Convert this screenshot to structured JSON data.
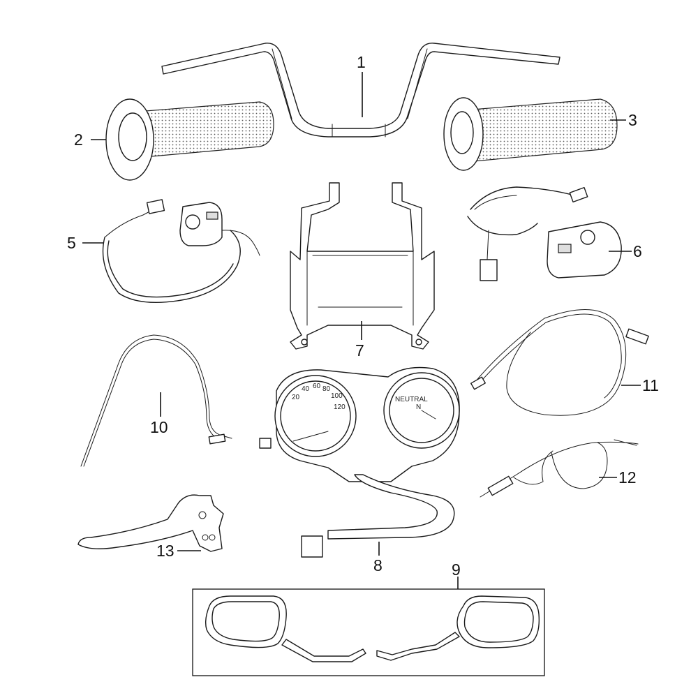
{
  "callouts": {
    "c1": "1",
    "c2": "2",
    "c3": "3",
    "c5": "5",
    "c6": "6",
    "c7": "7",
    "c8": "8",
    "c9": "9",
    "c10": "10",
    "c11": "11",
    "c12": "12",
    "c13": "13"
  },
  "instrument_cluster": {
    "speed_ticks": [
      "20",
      "40",
      "60",
      "80",
      "100",
      "120"
    ],
    "neutral_label": "NEUTRAL",
    "n_label": "N"
  }
}
